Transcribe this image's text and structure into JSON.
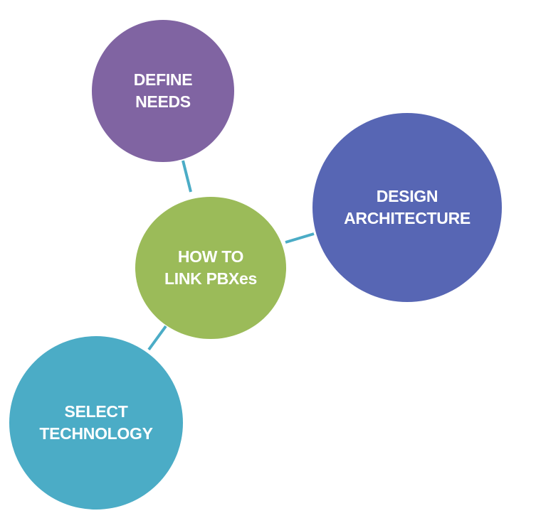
{
  "diagram": {
    "connector_color": "#4bacc6",
    "center": {
      "label_line1": "HOW TO",
      "label_line2": "LINK PBXes",
      "color": "#9bbb59"
    },
    "nodes": [
      {
        "label_line1": "DEFINE",
        "label_line2": "NEEDS",
        "color": "#8064a2"
      },
      {
        "label_line1": "DESIGN",
        "label_line2": "ARCHITECTURE",
        "color": "#5766b4"
      },
      {
        "label_line1": "SELECT",
        "label_line2": "TECHNOLOGY",
        "color": "#4bacc6"
      }
    ]
  }
}
